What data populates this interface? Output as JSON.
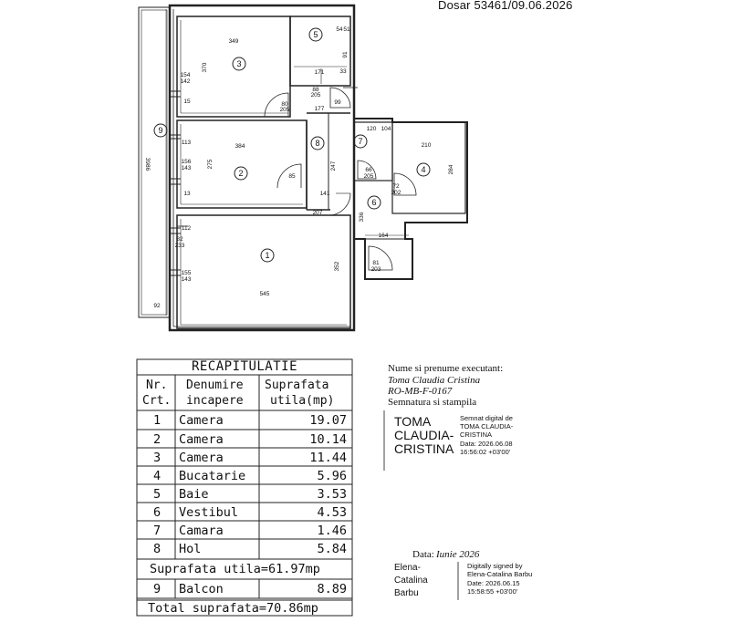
{
  "header": {
    "dosar": "Dosar 53461/09.06.2026"
  },
  "plan": {
    "rooms": [
      "1",
      "2",
      "3",
      "4",
      "5",
      "6",
      "7",
      "8",
      "9"
    ],
    "dims": [
      "349",
      "370",
      "154",
      "142",
      "15",
      "113",
      "384",
      "275",
      "156",
      "143",
      "13",
      "112",
      "82",
      "233",
      "545",
      "352",
      "155",
      "143",
      "92",
      "3986",
      "120",
      "210",
      "284",
      "72",
      "202",
      "80",
      "205",
      "66",
      "205",
      "85",
      "207",
      "247",
      "141",
      "336",
      "164",
      "81",
      "203",
      "171",
      "33",
      "99",
      "177",
      "88",
      "205",
      "54",
      "51",
      "91",
      "104"
    ]
  },
  "recap": {
    "title": "RECAPITULATIE",
    "col_nr": [
      "Nr.",
      "Crt."
    ],
    "col_name": [
      "Denumire",
      "incapere"
    ],
    "col_area": [
      "Suprafata",
      "utila(mp)"
    ],
    "rows": [
      {
        "nr": "1",
        "name": "Camera",
        "area": "19.07"
      },
      {
        "nr": "2",
        "name": "Camera",
        "area": "10.14"
      },
      {
        "nr": "3",
        "name": "Camera",
        "area": "11.44"
      },
      {
        "nr": "4",
        "name": "Bucatarie",
        "area": "5.96"
      },
      {
        "nr": "5",
        "name": "Baie",
        "area": "3.53"
      },
      {
        "nr": "6",
        "name": "Vestibul",
        "area": "4.53"
      },
      {
        "nr": "7",
        "name": "Camara",
        "area": "1.46"
      },
      {
        "nr": "8",
        "name": "Hol",
        "area": "5.84"
      }
    ],
    "useful_total": "Suprafata utila=61.97mp",
    "balcony": {
      "nr": "9",
      "name": "Balcon",
      "area": "8.89"
    },
    "grand_total": "Total suprafata=70.86mp"
  },
  "executant": {
    "label": "Nume si prenume executant:",
    "name": "Toma Claudia Cristina",
    "code": "RO-MB-F-0167",
    "sig_label": "Semnatura si stampila",
    "sig_name": [
      "TOMA",
      "CLAUDIA-",
      "CRISTINA"
    ],
    "sig_text": [
      "Semnat digital de",
      "TOMA CLAUDIA-",
      "CRISTINA",
      "Data: 2026.06.08",
      "16:56:02 +03'00'"
    ]
  },
  "date_block": {
    "label": "Data:",
    "value": "Iunie 2026",
    "sig_name": [
      "Elena-",
      "Catalina",
      "Barbu"
    ],
    "sig_text": [
      "Digitally signed by",
      "Elena-Catalina Barbu",
      "Date: 2026.06.15",
      "15:58:55 +03'00'"
    ]
  }
}
